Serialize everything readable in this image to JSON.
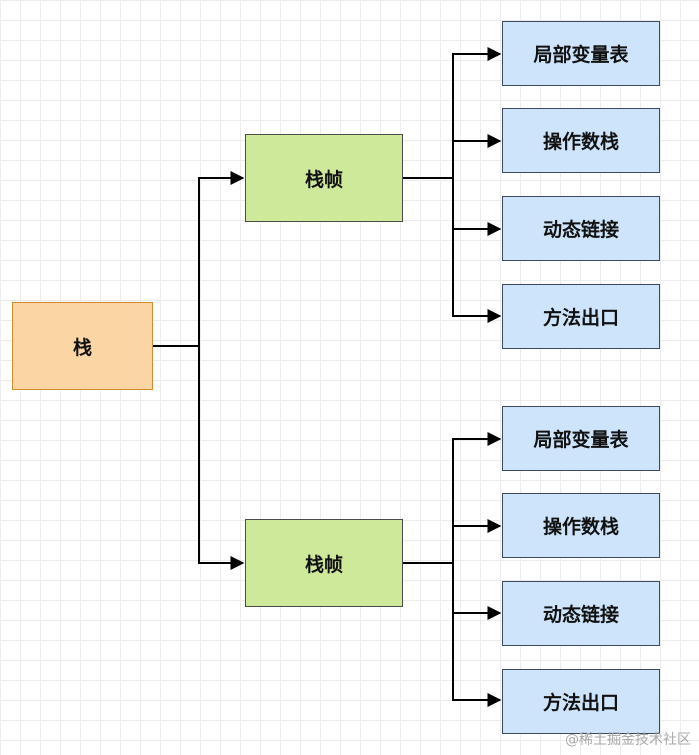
{
  "root": {
    "label": "栈"
  },
  "frames": [
    {
      "label": "栈帧",
      "children": [
        "局部变量表",
        "操作数栈",
        "动态链接",
        "方法出口"
      ]
    },
    {
      "label": "栈帧",
      "children": [
        "局部变量表",
        "操作数栈",
        "动态链接",
        "方法出口"
      ]
    }
  ],
  "watermark": "@稀土掘金技术社区",
  "colors": {
    "root_fill": "#fbd6a4",
    "root_border": "#d68b2c",
    "frame_fill": "#cfe99a",
    "leaf_fill": "#cde4fb",
    "edge": "#000000"
  }
}
